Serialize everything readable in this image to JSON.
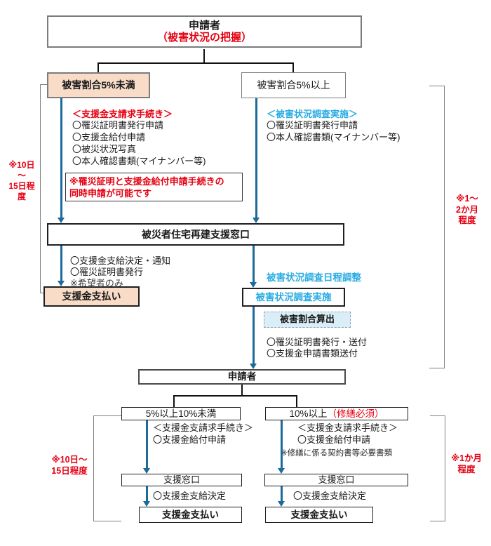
{
  "colors": {
    "red": "#e60012",
    "cyan": "#29abe2",
    "arrow_blue": "#1c6a9a",
    "peach": "#f8dcc8",
    "light_blue": "#daeef8"
  },
  "top": {
    "applicant": "申請者",
    "applicant_sub": "（被害状況の把握）"
  },
  "branches": {
    "left": "被害割合5%未満",
    "right": "被害割合5%以上"
  },
  "left_column": {
    "header": "＜支援金支請求手続き＞",
    "items": [
      "〇罹災証明書発行申請",
      "〇支援金給付申請",
      "〇被災状況写真",
      "〇本人確認書類(マイナンバー等)"
    ],
    "note_line1": "※罹災証明と支援金給付申請手続きの",
    "note_line2": "同時申請が可能です"
  },
  "right_column": {
    "header": "＜被害状況調査実施＞",
    "items": [
      "〇罹災証明書発行申請",
      "〇本人確認書類(マイナンバー等)"
    ]
  },
  "middle": {
    "window": "被災者住宅再建支援窓口",
    "decisions": [
      "〇支援金支給決定・通知",
      "〇罹災証明書発行"
    ],
    "note": "※希望者のみ",
    "payment": "支援金支払い",
    "schedule": "被害状況調査日程調整",
    "survey": "被害状況調査実施",
    "calc": "被害割合算出",
    "post_items": [
      "〇罹災証明書発行・送付",
      "〇支援金申請書類送付"
    ]
  },
  "bottom": {
    "applicant": "申請者",
    "left": {
      "category": "5%以上10%未満",
      "header": "＜支援金支請求手続き＞",
      "item": "〇支援金給付申請",
      "window": "支援窓口",
      "decision": "〇支援金支給決定",
      "payment": "支援金支払い"
    },
    "right": {
      "category": "10%以上",
      "category_red": "（修繕必須）",
      "header": "＜支援金支請求手続き＞",
      "item": "〇支援金給付申請",
      "note": "※修繕に係る契約書等必要書類",
      "window": "支援窓口",
      "decision": "〇支援金支給決定",
      "payment": "支援金支払い"
    }
  },
  "annotations": {
    "left_top": [
      "※10日",
      "～",
      "15日程",
      "度"
    ],
    "right_top": [
      "※1～",
      "2か月",
      "程度"
    ],
    "left_bottom": [
      "※10日～",
      "15日程度"
    ],
    "right_bottom": [
      "※1か月",
      "程度"
    ]
  }
}
